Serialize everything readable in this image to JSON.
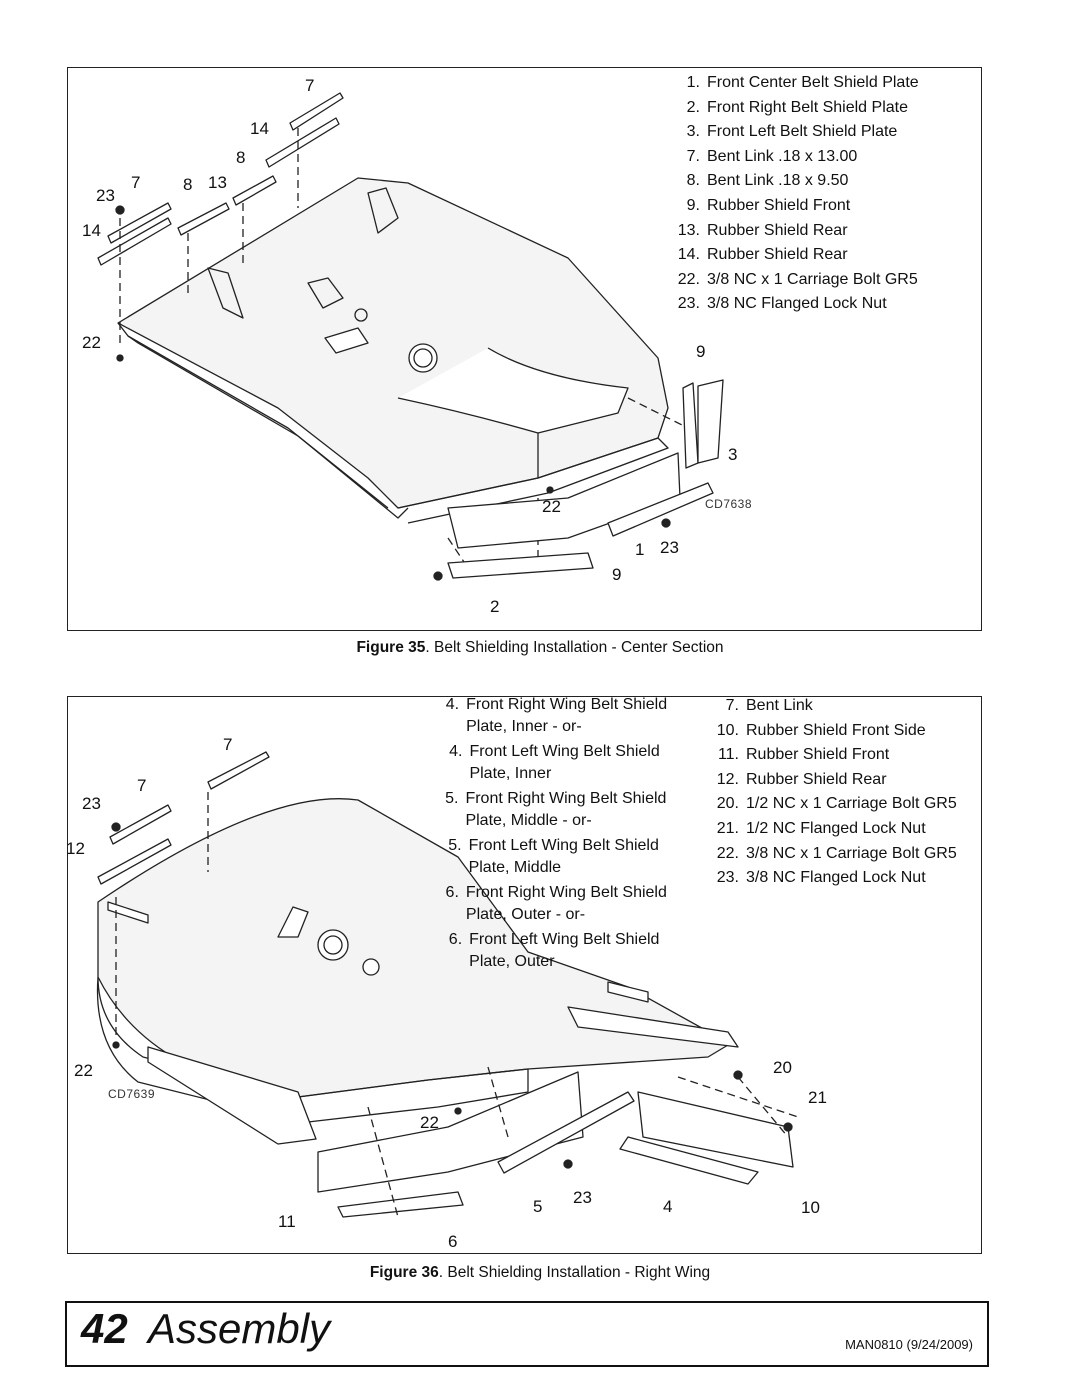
{
  "figure35": {
    "legend": [
      {
        "num": "1.",
        "text": "Front Center Belt Shield Plate"
      },
      {
        "num": "2.",
        "text": "Front Right Belt Shield Plate"
      },
      {
        "num": "3.",
        "text": "Front Left Belt Shield Plate"
      },
      {
        "num": "7.",
        "text": "Bent Link .18 x 13.00"
      },
      {
        "num": "8.",
        "text": "Bent Link .18 x 9.50"
      },
      {
        "num": "9.",
        "text": "Rubber Shield Front"
      },
      {
        "num": "13.",
        "text": "Rubber Shield Rear"
      },
      {
        "num": "14.",
        "text": "Rubber Shield Rear"
      },
      {
        "num": "22.",
        "text": "3/8 NC x 1 Carriage Bolt GR5"
      },
      {
        "num": "23.",
        "text": "3/8 NC Flanged Lock Nut"
      }
    ],
    "callouts": {
      "c7a": "7",
      "c14a": "14",
      "c8a": "8",
      "c23a": "23",
      "c7b": "7",
      "c8b": "8",
      "c13": "13",
      "c14b": "14",
      "c22a": "22",
      "c9a": "9",
      "c3": "3",
      "c22b": "22",
      "c1": "1",
      "c23b": "23",
      "c9b": "9",
      "c2": "2"
    },
    "drawing_code": "CD7638",
    "caption_label": "Figure 35",
    "caption_text": ". Belt Shielding Installation - Center Section"
  },
  "figure36": {
    "legend_left": [
      {
        "num": "4.",
        "text": "Front Right Wing Belt Shield Plate, Inner - or-"
      },
      {
        "num": "4.",
        "text": "Front Left Wing Belt Shield Plate, Inner"
      },
      {
        "num": "5.",
        "text": "Front Right Wing Belt Shield Plate, Middle - or-"
      },
      {
        "num": "5.",
        "text": "Front Left Wing Belt Shield Plate, Middle"
      },
      {
        "num": "6.",
        "text": "Front Right Wing Belt Shield Plate, Outer - or-"
      },
      {
        "num": "6.",
        "text": "Front Left Wing Belt Shield Plate, Outer"
      }
    ],
    "legend_right": [
      {
        "num": "7.",
        "text": "Bent Link"
      },
      {
        "num": "10.",
        "text": "Rubber Shield Front Side"
      },
      {
        "num": "11.",
        "text": "Rubber Shield Front"
      },
      {
        "num": "12.",
        "text": "Rubber Shield Rear"
      },
      {
        "num": "20.",
        "text": "1/2 NC x 1 Carriage Bolt GR5"
      },
      {
        "num": "21.",
        "text": "1/2 NC Flanged Lock Nut"
      },
      {
        "num": "22.",
        "text": "3/8 NC x 1 Carriage Bolt GR5"
      },
      {
        "num": "23.",
        "text": "3/8 NC Flanged Lock Nut"
      }
    ],
    "callouts": {
      "c7a": "7",
      "c7b": "7",
      "c23a": "23",
      "c12": "12",
      "c22a": "22",
      "c22b": "22",
      "c20": "20",
      "c21": "21",
      "c11": "11",
      "c5": "5",
      "c23b": "23",
      "c4": "4",
      "c10": "10",
      "c6": "6"
    },
    "drawing_code": "CD7639",
    "caption_label": "Figure 36",
    "caption_text": ". Belt Shielding Installation - Right Wing"
  },
  "footer": {
    "page_number": "42",
    "section": "Assembly",
    "doc_id": "MAN0810 (9/24/2009)"
  }
}
